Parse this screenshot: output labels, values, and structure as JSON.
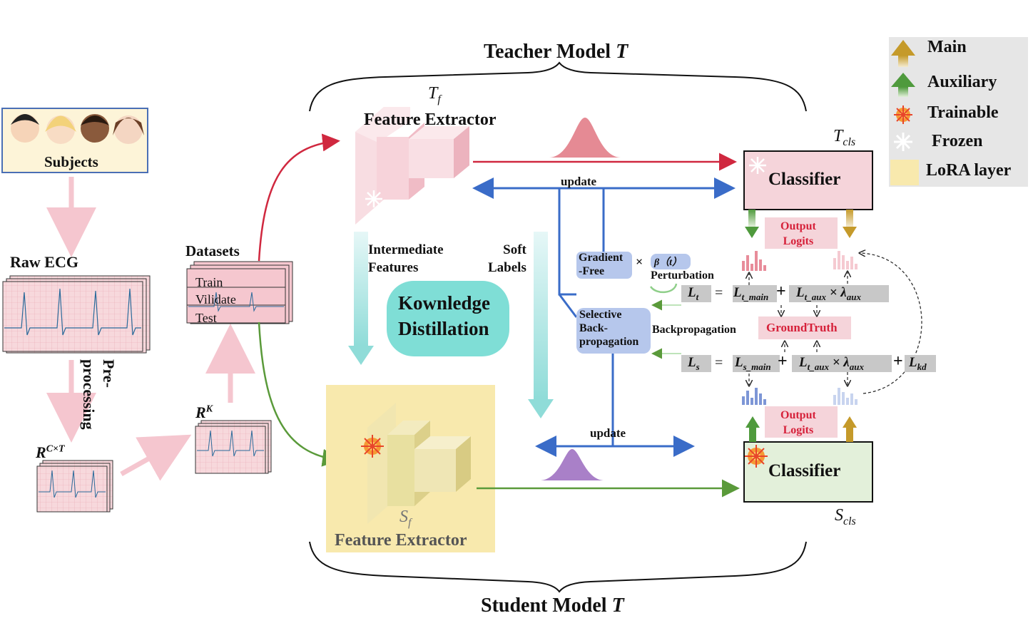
{
  "teacher_title": "Teacher Model",
  "teacher_title_var": "T",
  "student_title": "Student Model",
  "student_title_var": "T",
  "legend": {
    "main": "Main",
    "auxiliary": "Auxiliary",
    "trainable": "Trainable",
    "frozen": "Frozen",
    "lora": "LoRA layer"
  },
  "left": {
    "subjects": "Subjects",
    "raw_ecg": "Raw ECG",
    "preprocessing": "Pre-\nprocessing",
    "r_ct": "R",
    "r_ct_sup": "C×T",
    "r_k": "R",
    "r_k_sup": "K",
    "datasets": "Datasets",
    "splits": [
      "Train",
      "Vilidate",
      "Test"
    ]
  },
  "teacher": {
    "tf_var": "T",
    "tf_sub": "f",
    "feature_extractor": "Feature Extractor",
    "classifier": "Classifier",
    "tcls_var": "T",
    "tcls_sub": "cls"
  },
  "student": {
    "sf_var": "S",
    "sf_sub": "f",
    "feature_extractor": "Feature Extractor",
    "classifier": "Classifier",
    "scls_var": "S",
    "scls_sub": "cls"
  },
  "middle": {
    "intermediate_features": "Intermediate\nFeatures",
    "soft_labels": "Soft\nLabels",
    "kd_line1": "Kownledge",
    "kd_line2": "Distillation",
    "update_top": "update",
    "update_bottom": "update",
    "gradient_free_1": "Gradient",
    "gradient_free_2": "-Free",
    "times": "×",
    "beta": "β（t）",
    "perturbation": "Perturbation",
    "selective_1": "Selective",
    "selective_2": "Back-",
    "selective_3": "propagation",
    "backpropagation": "Backpropagation"
  },
  "losses": {
    "output_logits": "Output\nLogits",
    "ground_truth": "GroundTruth",
    "lt": "L",
    "lt_sub": "t",
    "lt_main": "L",
    "lt_main_sub": "t_main",
    "lt_aux": "L",
    "lt_aux_sub": "t_aux",
    "lambda": "× λ",
    "lambda_sub": "aux",
    "ls": "L",
    "ls_sub": "s",
    "ls_main": "L",
    "ls_main_sub": "s_main",
    "ls_aux": "L",
    "ls_aux_sub": "t_aux",
    "lkd": "L",
    "lkd_sub": "kd",
    "eq": "=",
    "plus": "+"
  },
  "colors": {
    "red_arrow": "#d0283f",
    "green_arrow": "#5a9a3a",
    "blue_arrow": "#3a6cc8",
    "teacher_fill": "#f5d4da",
    "student_fill": "#e3f0da",
    "lora_fill": "#f8e9ad",
    "kd_fill": "#7fded6",
    "ground_truth_text": "#d6213a"
  }
}
